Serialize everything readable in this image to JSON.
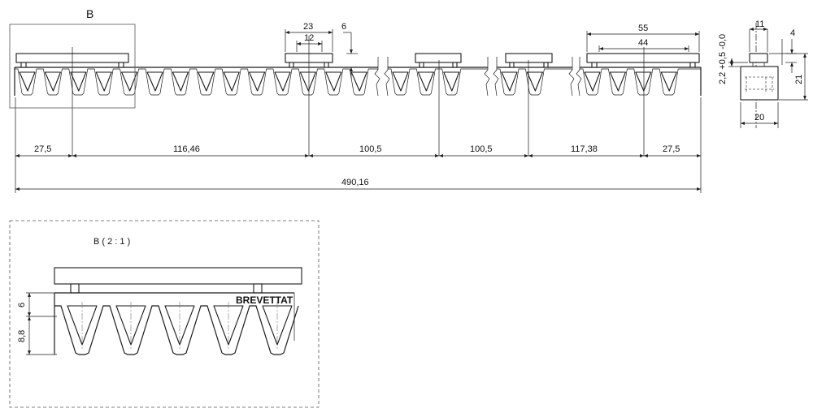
{
  "detail": {
    "marker": "B",
    "title": "B ( 2 : 1 )",
    "stamp": "BREVETTAT"
  },
  "dims": {
    "d1": "27,5",
    "d2": "116,46",
    "d3": "100,5",
    "d4": "100,5",
    "d5": "117,38",
    "d6": "27,5",
    "total": "490,16",
    "w23": "23",
    "w12": "12",
    "h6": "6",
    "w55": "55",
    "w44": "44",
    "w11": "11",
    "w4": "4",
    "tol": "2,2 +0,5 -0,0",
    "h21": "21",
    "w20": "20",
    "det6": "6",
    "det88": "8,8"
  }
}
